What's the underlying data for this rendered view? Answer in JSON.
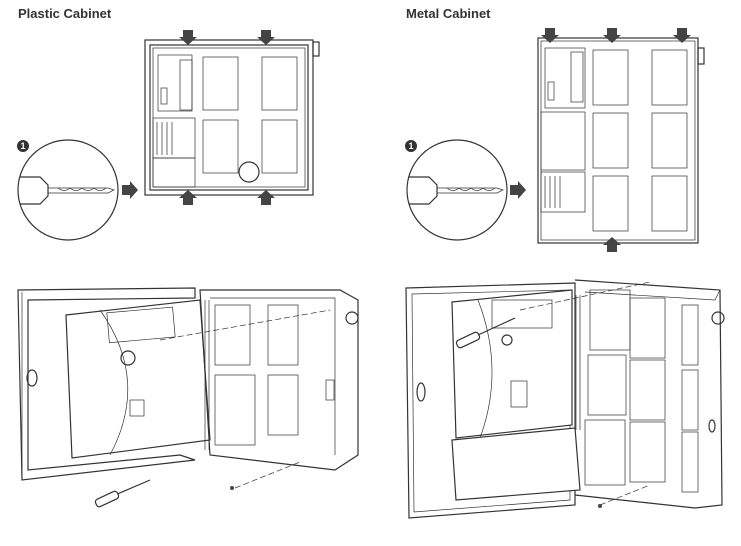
{
  "sections": [
    {
      "title": "Plastic Cabinet",
      "step": "1"
    },
    {
      "title": "Metal Cabinet",
      "step": "1"
    }
  ],
  "colors": {
    "ink": "#333333",
    "arrow": "#555555"
  }
}
